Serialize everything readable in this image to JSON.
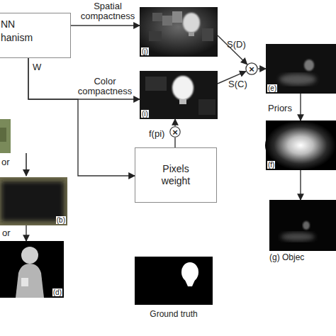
{
  "diagram": {
    "nodes": [
      {
        "text": [
          "NN hanism"
        ]
      },
      {
        "text": [
          "(j)"
        ]
      },
      {
        "text": [
          "×"
        ]
      },
      {
        "text": [
          "(e)"
        ]
      },
      {
        "text": [
          "(i)"
        ]
      },
      {
        "text": [
          "×"
        ]
      },
      {
        "text": [
          "Pixels weight"
        ]
      },
      {
        "text": [
          "(f)"
        ]
      },
      {
        "text": [
          "(b)"
        ]
      },
      {
        "text": [
          "(g) Objec"
        ]
      },
      {
        "text": [
          "(d)"
        ]
      },
      {
        "text": [
          "Ground truth"
        ]
      }
    ],
    "edges": [
      {
        "from": 0,
        "to": 1,
        "arrow": "to",
        "label": "Spatial compactness"
      },
      {
        "from": 0,
        "to": 4,
        "arrow": "to",
        "label": "Color compactness"
      },
      {
        "from": 0,
        "to": 6,
        "arrow": "to"
      },
      {
        "from": 6,
        "to": 5,
        "arrow": "none"
      },
      {
        "from": 5,
        "to": 4,
        "arrow": "to",
        "label": "f(pi)"
      },
      {
        "from": 1,
        "to": 2,
        "arrow": "to",
        "label": "S(D)"
      },
      {
        "from": 4,
        "to": 2,
        "arrow": "to",
        "label": "S(C)"
      },
      {
        "from": 2,
        "to": 3,
        "arrow": "to"
      },
      {
        "from": 3,
        "to": 7,
        "arrow": "to",
        "label": "Priors"
      },
      {
        "from": 7,
        "to": 9,
        "arrow": "to"
      },
      {
        "from": 8,
        "to": 10,
        "arrow": "to",
        "label": "or"
      }
    ],
    "labels": [
      "W",
      "or"
    ]
  }
}
